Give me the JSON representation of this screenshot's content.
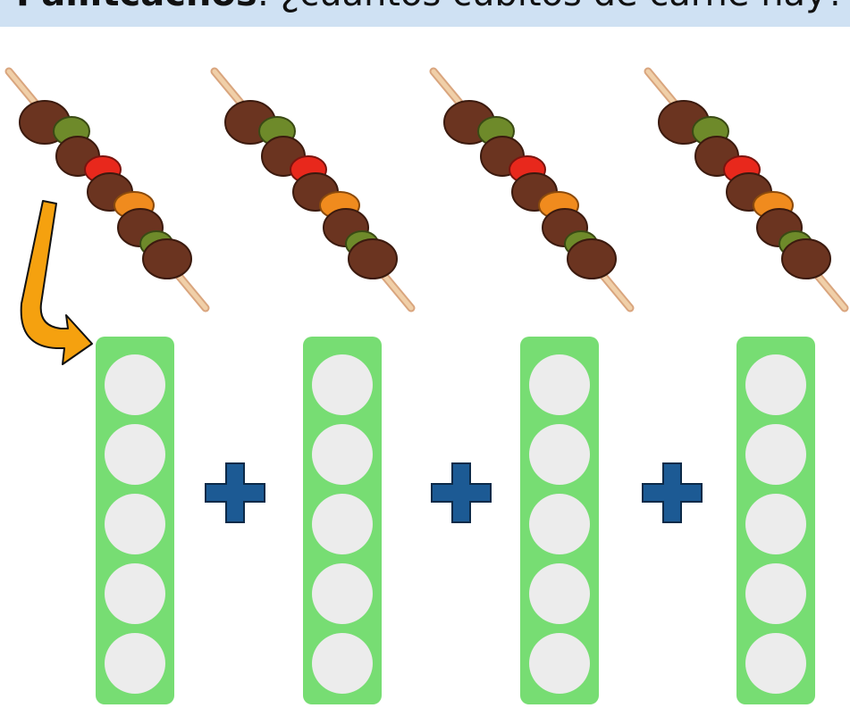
{
  "title": {
    "bold": "Pallitcacnos",
    "rest": ": ¿cuántos cubitos de carne hay?"
  },
  "colors": {
    "title_bg": "#cfe1f3",
    "column": "#77dd73",
    "slot": "#ececec",
    "plus": "#1c5a94",
    "arrow": "#f5a10f",
    "meat": "#6b3420",
    "pepper_green": "#6e8a2a",
    "pepper_red": "#e8281c",
    "pepper_orange": "#f08b1e",
    "stick": "#e6c09a"
  },
  "skewers": [
    {
      "icon": "kebab-skewer"
    },
    {
      "icon": "kebab-skewer"
    },
    {
      "icon": "kebab-skewer"
    },
    {
      "icon": "kebab-skewer"
    }
  ],
  "columns": [
    {
      "slots": 5
    },
    {
      "slots": 5
    },
    {
      "slots": 5
    },
    {
      "slots": 5
    }
  ],
  "operators": [
    "plus",
    "plus",
    "plus"
  ],
  "arrow": {
    "icon": "curved-arrow"
  }
}
